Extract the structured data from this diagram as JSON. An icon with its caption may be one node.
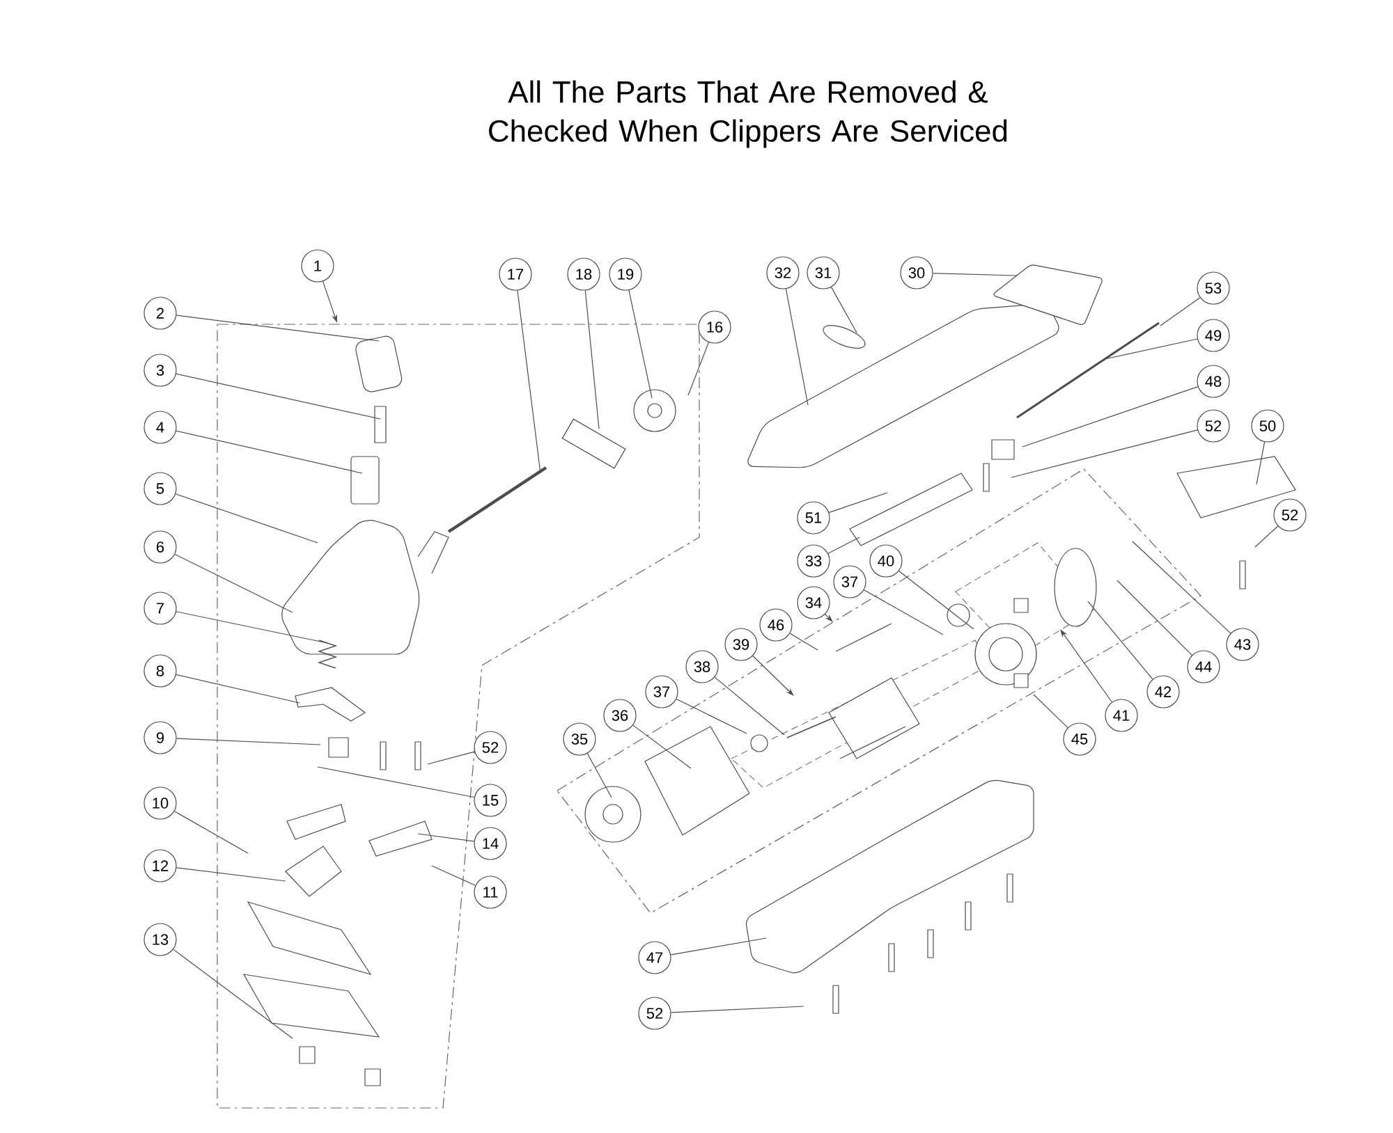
{
  "diagram": {
    "title": "All The Parts That Are Removed & Checked When Clippers Are Serviced",
    "nodes": [
      {
        "text": [
          "1"
        ]
      },
      {
        "text": [
          "2"
        ]
      },
      {
        "text": [
          "3"
        ]
      },
      {
        "text": [
          "4"
        ]
      },
      {
        "text": [
          "5"
        ]
      },
      {
        "text": [
          "6"
        ]
      },
      {
        "text": [
          "7"
        ]
      },
      {
        "text": [
          "8"
        ]
      },
      {
        "text": [
          "9"
        ]
      },
      {
        "text": [
          "10"
        ]
      },
      {
        "text": [
          "12"
        ]
      },
      {
        "text": [
          "13"
        ]
      },
      {
        "text": [
          "17"
        ]
      },
      {
        "text": [
          "18"
        ]
      },
      {
        "text": [
          "19"
        ]
      },
      {
        "text": [
          "16"
        ]
      },
      {
        "text": [
          "52"
        ]
      },
      {
        "text": [
          "15"
        ]
      },
      {
        "text": [
          "14"
        ]
      },
      {
        "text": [
          "11"
        ]
      },
      {
        "text": [
          "32"
        ]
      },
      {
        "text": [
          "31"
        ]
      },
      {
        "text": [
          "30"
        ]
      },
      {
        "text": [
          "53"
        ]
      },
      {
        "text": [
          "49"
        ]
      },
      {
        "text": [
          "48"
        ]
      },
      {
        "text": [
          "52"
        ]
      },
      {
        "text": [
          "50"
        ]
      },
      {
        "text": [
          "52"
        ]
      },
      {
        "text": [
          "51"
        ]
      },
      {
        "text": [
          "33"
        ]
      },
      {
        "text": [
          "40"
        ]
      },
      {
        "text": [
          "37"
        ]
      },
      {
        "text": [
          "34"
        ]
      },
      {
        "text": [
          "46"
        ]
      },
      {
        "text": [
          "39"
        ]
      },
      {
        "text": [
          "38"
        ]
      },
      {
        "text": [
          "37"
        ]
      },
      {
        "text": [
          "36"
        ]
      },
      {
        "text": [
          "35"
        ]
      },
      {
        "text": [
          "43"
        ]
      },
      {
        "text": [
          "44"
        ]
      },
      {
        "text": [
          "42"
        ]
      },
      {
        "text": [
          "41"
        ]
      },
      {
        "text": [
          "45"
        ]
      },
      {
        "text": [
          "47"
        ]
      },
      {
        "text": [
          "52"
        ]
      }
    ],
    "edges": [
      {
        "from": 0,
        "to": null,
        "arrow": "to"
      },
      {
        "from": 1,
        "to": null,
        "arrow": "none"
      },
      {
        "from": 2,
        "to": null,
        "arrow": "none"
      },
      {
        "from": 3,
        "to": null,
        "arrow": "none"
      },
      {
        "from": 4,
        "to": null,
        "arrow": "none"
      },
      {
        "from": 5,
        "to": null,
        "arrow": "none"
      },
      {
        "from": 6,
        "to": null,
        "arrow": "none"
      },
      {
        "from": 7,
        "to": null,
        "arrow": "none"
      },
      {
        "from": 8,
        "to": null,
        "arrow": "none"
      },
      {
        "from": 9,
        "to": null,
        "arrow": "none"
      },
      {
        "from": 10,
        "to": null,
        "arrow": "none"
      },
      {
        "from": 11,
        "to": null,
        "arrow": "none"
      },
      {
        "from": 12,
        "to": null,
        "arrow": "none"
      },
      {
        "from": 13,
        "to": null,
        "arrow": "none"
      },
      {
        "from": 14,
        "to": null,
        "arrow": "none"
      },
      {
        "from": 15,
        "to": null,
        "arrow": "none"
      },
      {
        "from": 16,
        "to": null,
        "arrow": "none"
      },
      {
        "from": 17,
        "to": null,
        "arrow": "none"
      },
      {
        "from": 18,
        "to": null,
        "arrow": "none"
      },
      {
        "from": 19,
        "to": null,
        "arrow": "none"
      },
      {
        "from": 20,
        "to": null,
        "arrow": "none"
      },
      {
        "from": 21,
        "to": null,
        "arrow": "none"
      },
      {
        "from": 22,
        "to": null,
        "arrow": "none"
      },
      {
        "from": 23,
        "to": null,
        "arrow": "none"
      },
      {
        "from": 24,
        "to": null,
        "arrow": "none"
      },
      {
        "from": 25,
        "to": null,
        "arrow": "none"
      },
      {
        "from": 26,
        "to": null,
        "arrow": "none"
      },
      {
        "from": 27,
        "to": null,
        "arrow": "none"
      },
      {
        "from": 28,
        "to": null,
        "arrow": "none"
      },
      {
        "from": 29,
        "to": null,
        "arrow": "none"
      },
      {
        "from": 30,
        "to": null,
        "arrow": "none"
      },
      {
        "from": 31,
        "to": null,
        "arrow": "none"
      },
      {
        "from": 32,
        "to": null,
        "arrow": "none"
      },
      {
        "from": 33,
        "to": null,
        "arrow": "to"
      },
      {
        "from": 34,
        "to": null,
        "arrow": "none"
      },
      {
        "from": 35,
        "to": null,
        "arrow": "to"
      },
      {
        "from": 36,
        "to": null,
        "arrow": "none"
      },
      {
        "from": 37,
        "to": null,
        "arrow": "none"
      },
      {
        "from": 38,
        "to": null,
        "arrow": "none"
      },
      {
        "from": 39,
        "to": null,
        "arrow": "none"
      },
      {
        "from": 40,
        "to": null,
        "arrow": "none"
      },
      {
        "from": 41,
        "to": null,
        "arrow": "none"
      },
      {
        "from": 42,
        "to": null,
        "arrow": "none"
      },
      {
        "from": 43,
        "to": null,
        "arrow": "to"
      },
      {
        "from": 44,
        "to": null,
        "arrow": "none"
      },
      {
        "from": 45,
        "to": null,
        "arrow": "none"
      },
      {
        "from": 46,
        "to": null,
        "arrow": "none"
      }
    ]
  }
}
